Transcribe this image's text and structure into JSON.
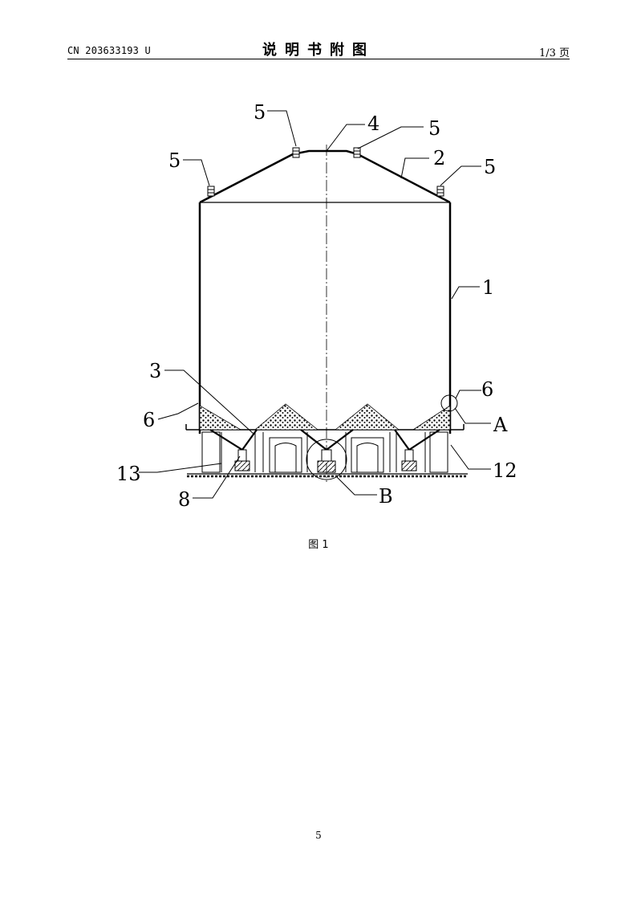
{
  "header": {
    "doc_id": "CN 203633193 U",
    "title": "说明书附图",
    "page_of": "1/3 页"
  },
  "figure": {
    "callouts": [
      "5",
      "4",
      "5",
      "2",
      "5",
      "5",
      "1",
      "3",
      "6",
      "6",
      "A",
      "13",
      "12",
      "8",
      "B"
    ],
    "caption": "图 1"
  },
  "footer": {
    "page_number": "5"
  }
}
